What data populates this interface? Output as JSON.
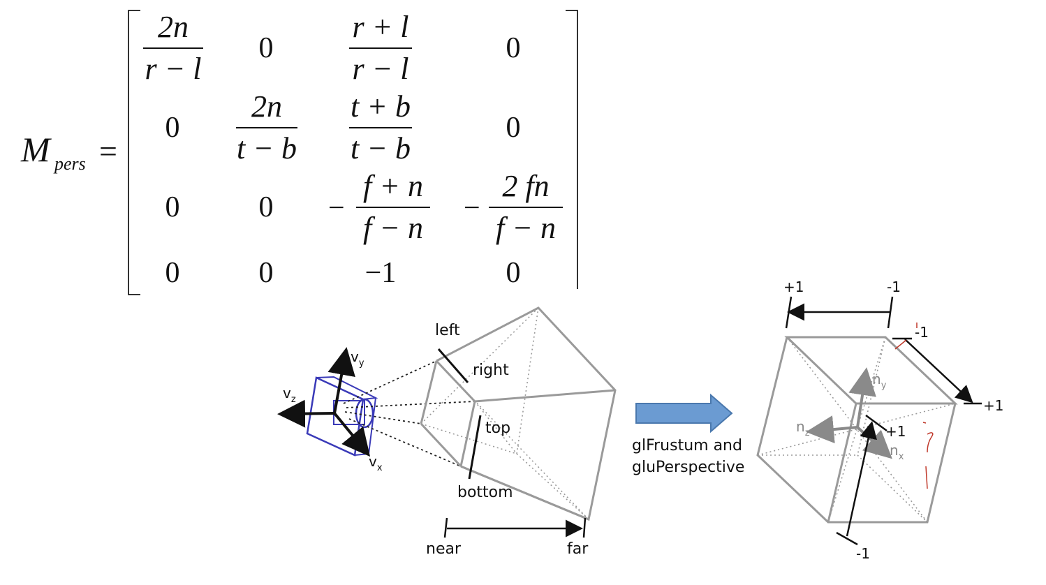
{
  "matrix": {
    "symbol": "M",
    "subscript": "pers",
    "equals": "=",
    "cells": {
      "r0c0_num": "2n",
      "r0c0_den": "r − l",
      "r0c1": "0",
      "r0c2_num": "r + l",
      "r0c2_den": "r − l",
      "r0c3": "0",
      "r1c0": "0",
      "r1c1_num": "2n",
      "r1c1_den": "t − b",
      "r1c2_num": "t + b",
      "r1c2_den": "t − b",
      "r1c3": "0",
      "r2c0": "0",
      "r2c1": "0",
      "r2c2_sign": "−",
      "r2c2_num": "f + n",
      "r2c2_den": "f − n",
      "r2c3_sign": "−",
      "r2c3_num": "2 fn",
      "r2c3_den": "f − n",
      "r3c0": "0",
      "r3c1": "0",
      "r3c2": "−1",
      "r3c3": "0"
    }
  },
  "frustum": {
    "camera_axes": {
      "vy": "v",
      "vy_sub": "y",
      "vz": "v",
      "vz_sub": "z",
      "vx": "v",
      "vx_sub": "x"
    },
    "labels": {
      "left": "left",
      "right": "right",
      "top": "top",
      "bottom": "bottom",
      "near": "near",
      "far": "far"
    }
  },
  "arrow": {
    "caption_line1": "glFrustum and",
    "caption_line2": "gluPerspective"
  },
  "ndc_cube": {
    "top_plus": "+1",
    "top_minus": "-1",
    "right_minus": "-1",
    "right_plus": "+1",
    "center_plus": "+1",
    "bottom_minus": "-1",
    "ny": "n",
    "ny_sub": "y",
    "nz": "n",
    "nz_sub": "z",
    "nx": "n",
    "nx_sub": "x"
  },
  "colors": {
    "camera": "#3a3ab8",
    "frustum_line": "#9a9a9a",
    "arrow_fill": "#6b9bd2",
    "arrow_stroke": "#4a78ad",
    "annotation": "#c0392b"
  }
}
